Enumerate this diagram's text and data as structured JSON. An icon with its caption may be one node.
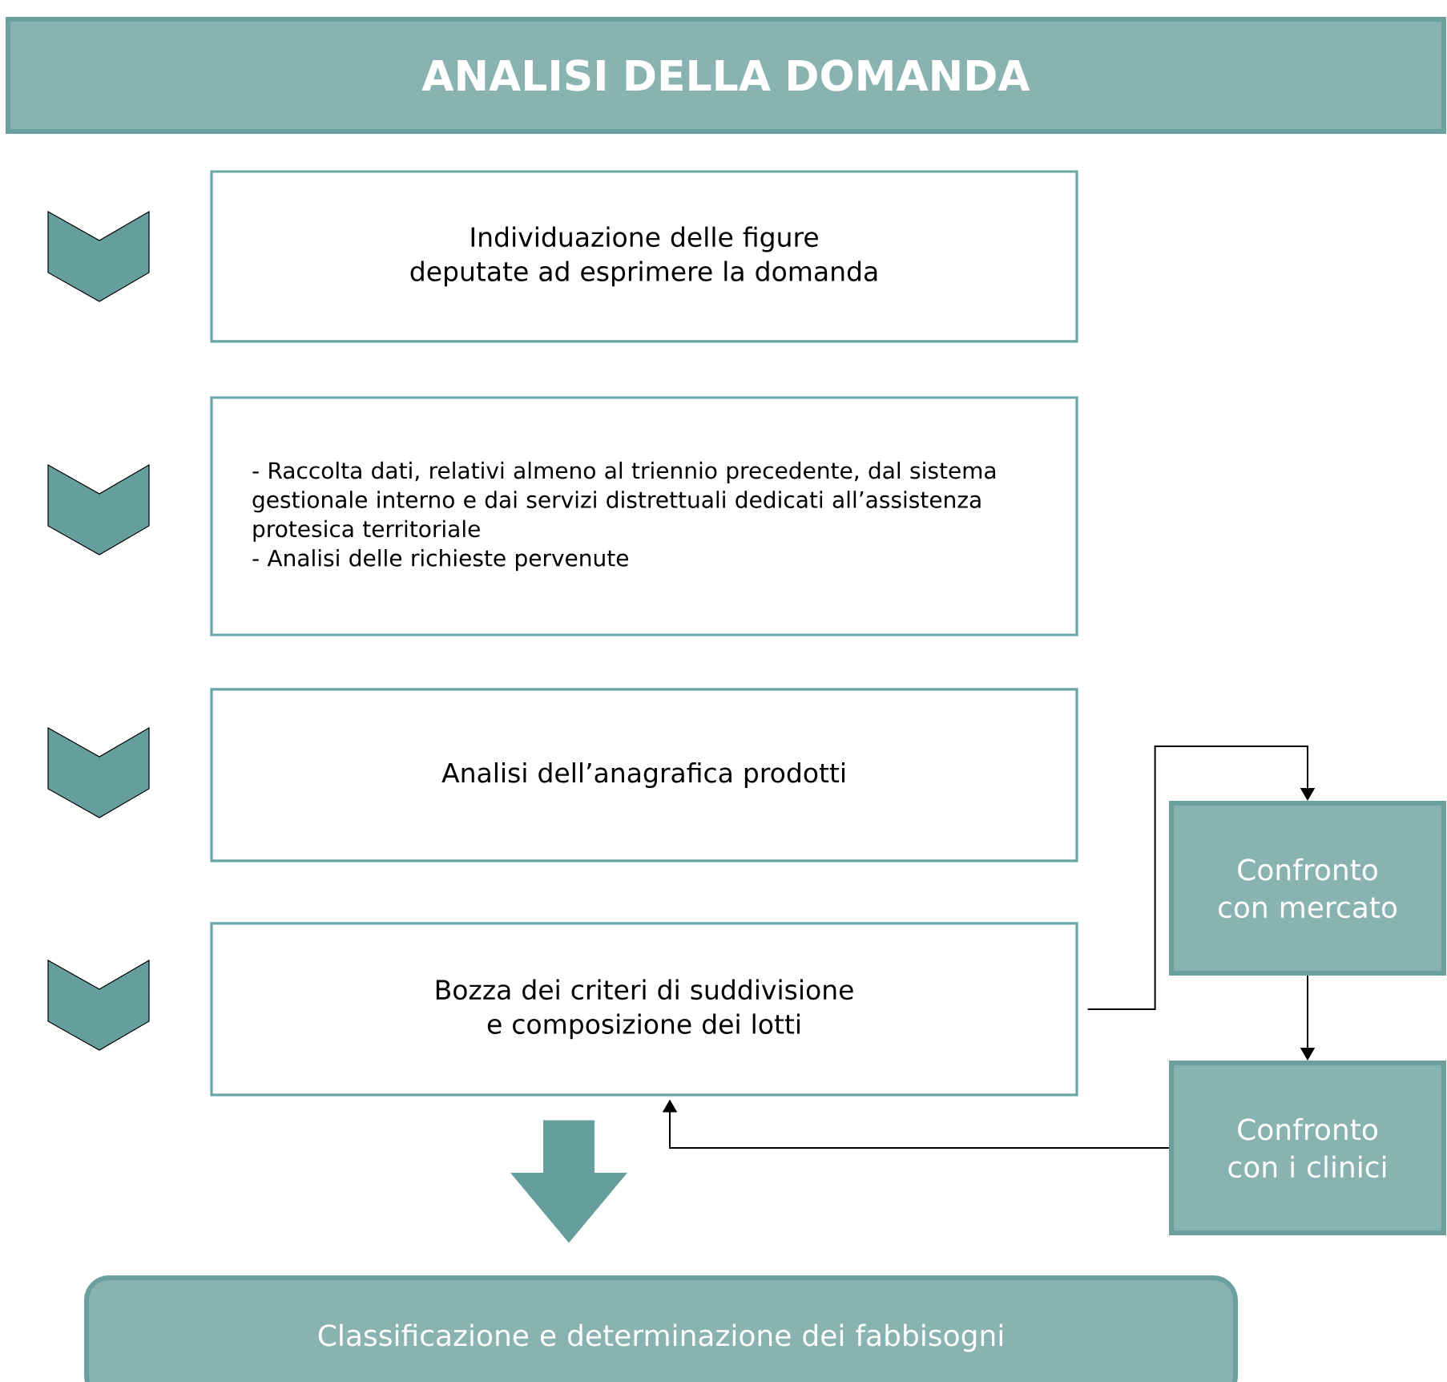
{
  "diagram": {
    "nodes": [
      {
        "text": [
          "ANALISI DELLA DOMANDA"
        ]
      },
      {
        "text": [
          "Individuazione delle figure deputate ad esprimere la domanda"
        ]
      },
      {
        "text": [
          "- Raccolta dati, relativi almeno al triennio precedente, dal sistema gestionale interno e dai servizi distrettuali dedicati all’assistenza protesica territoriale",
          "- Analisi delle richieste pervenute"
        ]
      },
      {
        "text": [
          "Analisi dell’anagrafica prodotti"
        ]
      },
      {
        "text": [
          "Bozza dei criteri di suddivisione e composizione dei lotti"
        ]
      },
      {
        "text": [
          "Confronto con mercato"
        ]
      },
      {
        "text": [
          "Confronto con i clinici"
        ]
      },
      {
        "text": [
          "Classificazione e determinazione dei fabbisogni"
        ]
      }
    ],
    "edges": [
      {
        "from": 4,
        "to": 5,
        "arrow": "to"
      },
      {
        "from": 5,
        "to": 6,
        "arrow": "to"
      },
      {
        "from": 6,
        "to": 4,
        "arrow": "to"
      },
      {
        "from": 4,
        "to": 7,
        "arrow": "to",
        "style": "thick",
        "color": "#669e9e"
      }
    ]
  }
}
